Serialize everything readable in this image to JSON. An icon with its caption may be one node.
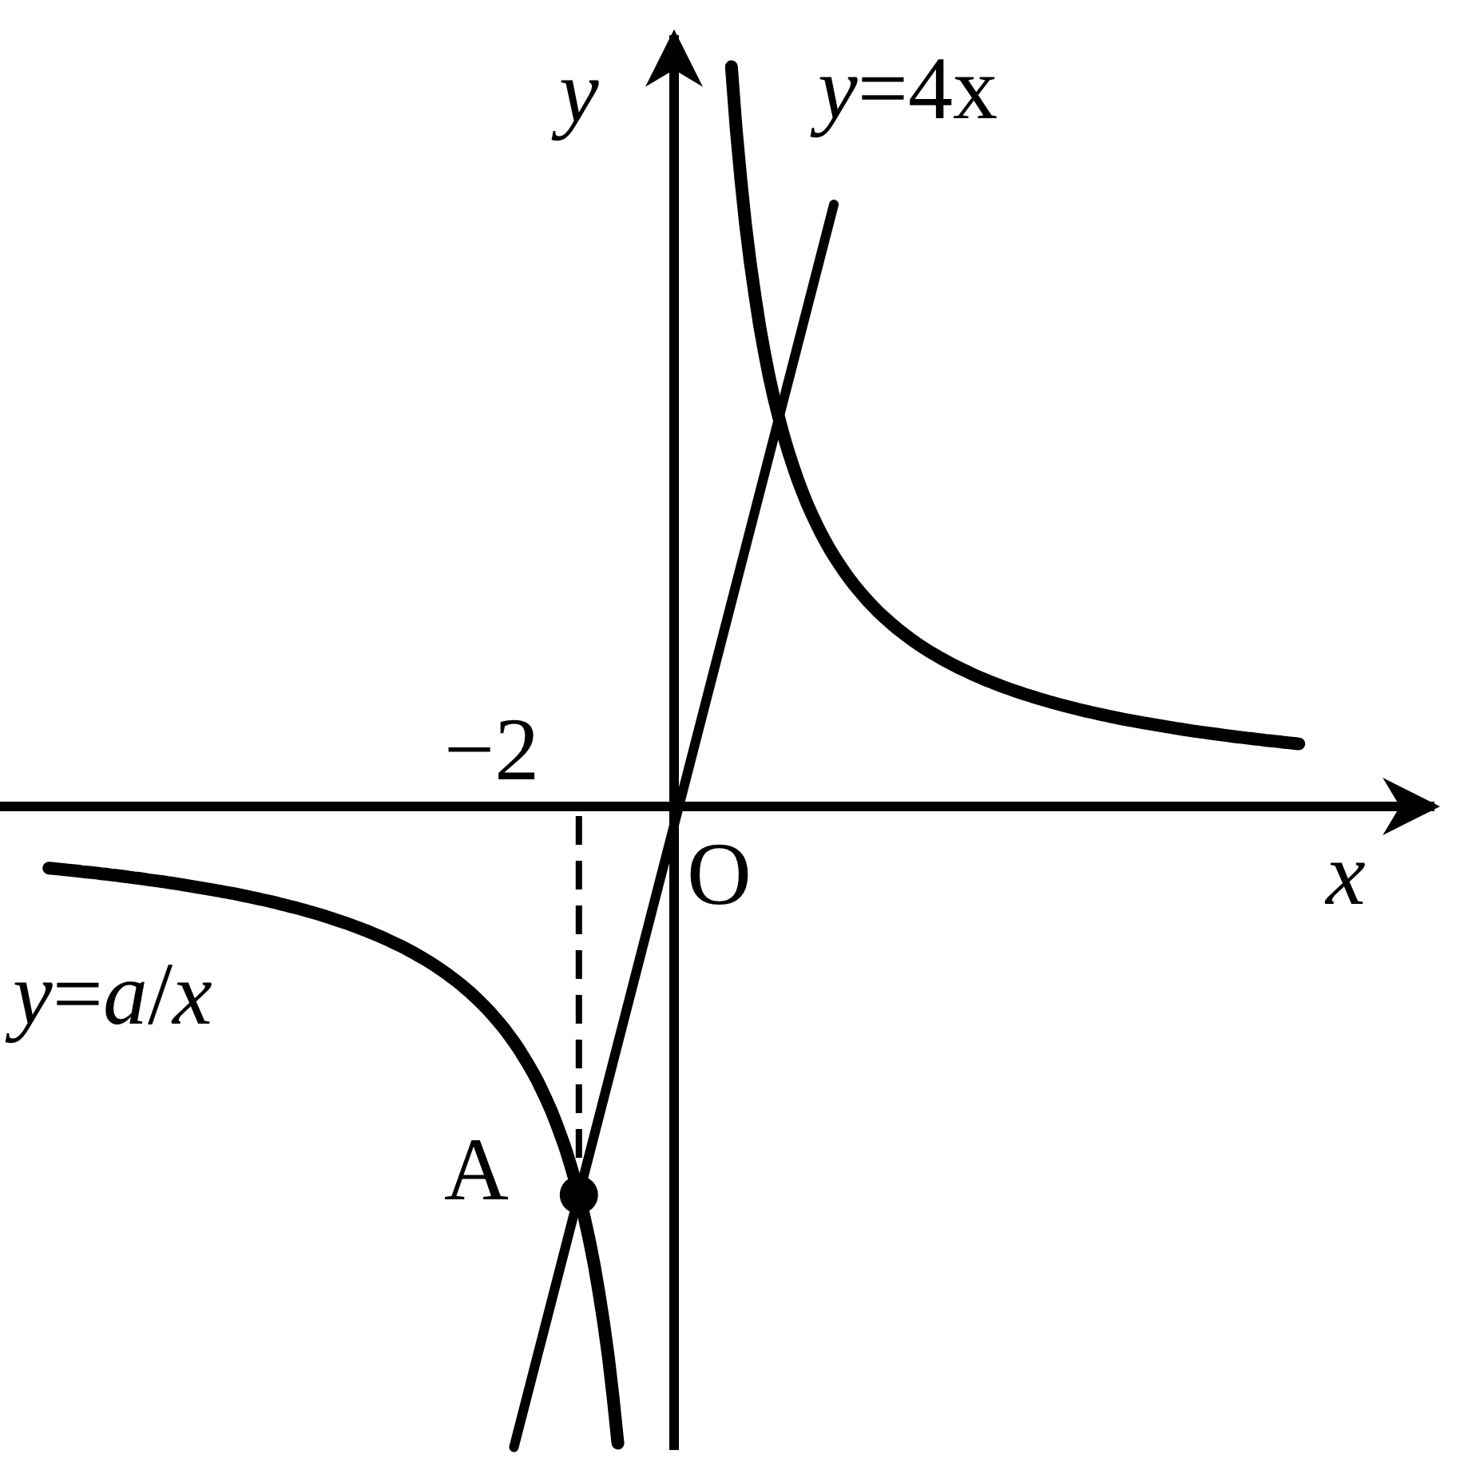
{
  "diagram": {
    "labels": [
      "*y*",
      "*y*=4x",
      "−2",
      "O",
      "*x*",
      "*y*=*a*/*x*",
      "A"
    ]
  }
}
